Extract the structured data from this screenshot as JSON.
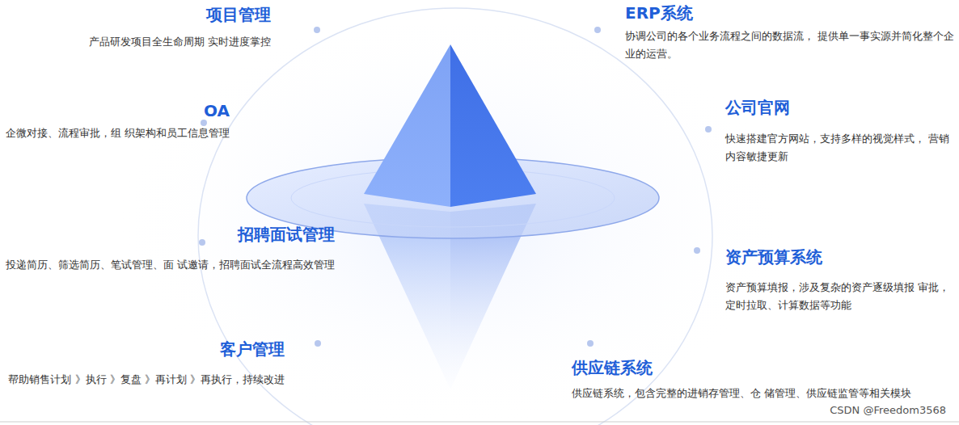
{
  "diagram": {
    "nodes": [
      {
        "text": [
          "项目管理",
          "产品研发项目全生命周期 实时进度掌控"
        ]
      },
      {
        "text": [
          "OA",
          "企微对接、流程审批，组 织架构和员工信息管理"
        ]
      },
      {
        "text": [
          "招聘面试管理",
          "投递简历、筛选简历、笔试管理、面 试邀请，招聘面试全流程高效管理"
        ]
      },
      {
        "text": [
          "客户管理",
          "帮助销售计划 》执行 》复盘 》再计划 》再执行，持续改进"
        ]
      },
      {
        "text": [
          "ERP系统",
          "协调公司的各个业务流程之间的数据流， 提供单一事实源并简化整个企业的运营。"
        ]
      },
      {
        "text": [
          "公司官网",
          "快速搭建官方网站，支持多样的视觉样式， 营销内容敏捷更新"
        ]
      },
      {
        "text": [
          "资产预算系统",
          "资产预算填报，涉及复杂的资产逐级填报 审批，定时拉取、计算数据等功能"
        ]
      },
      {
        "text": [
          "供应链系统",
          "供应链系统，包含完整的进销存管理、仓 储管理、供应链监管等相关模块"
        ]
      }
    ],
    "labels": [
      "CSDN @Freedom3568"
    ]
  }
}
